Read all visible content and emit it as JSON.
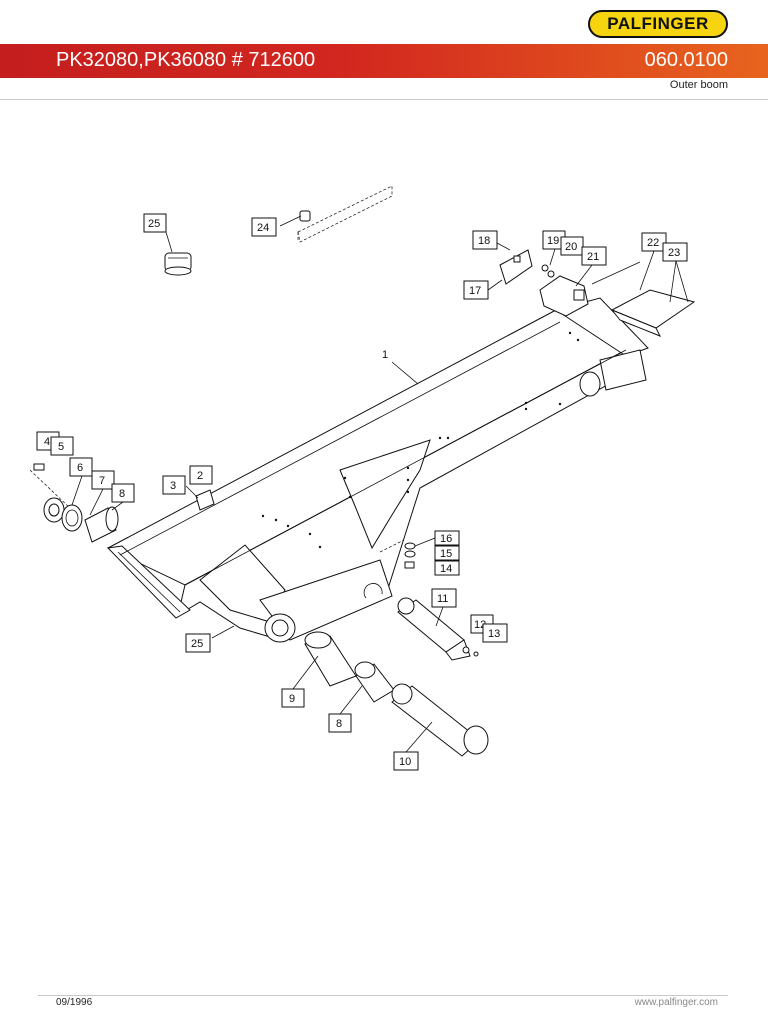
{
  "header": {
    "brand": "PALFINGER",
    "title": "PK32080,PK36080 # 712600",
    "code": "060.0100",
    "subtitle": "Outer boom"
  },
  "footer": {
    "date": "09/1996",
    "website": "www.palfinger.com"
  },
  "colors": {
    "brand_yellow": "#f6d40f",
    "banner_red": "#c41e1e",
    "banner_orange": "#e8641e"
  },
  "diagram": {
    "boom_label": "1",
    "callouts": [
      "25",
      "24",
      "18",
      "19",
      "20",
      "21",
      "22",
      "23",
      "17",
      "4",
      "5",
      "6",
      "7",
      "8",
      "3",
      "2",
      "16",
      "15",
      "14",
      "11",
      "12",
      "13",
      "25",
      "9",
      "8",
      "10"
    ]
  }
}
